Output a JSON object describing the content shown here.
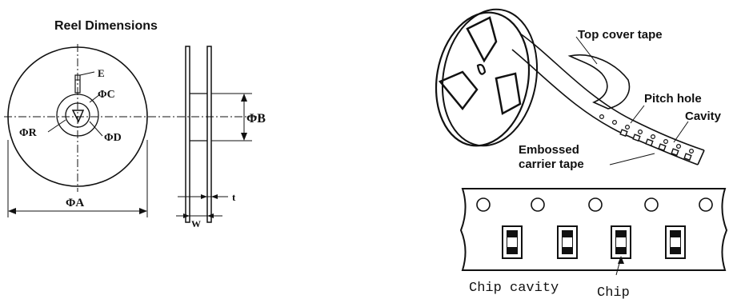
{
  "reel": {
    "title": "Reel Dimensions",
    "labels": {
      "e": "E",
      "phi_c": "ΦC",
      "phi_r": "ΦR",
      "phi_d": "ΦD",
      "phi_a": "ΦA",
      "phi_b": "ΦB",
      "t": "t",
      "w": "W"
    }
  },
  "tape": {
    "top_cover_tape": "Top cover tape",
    "pitch_hole": "Pitch hole",
    "cavity": "Cavity",
    "embossed_line1": "Embossed",
    "embossed_line2": "carrier tape",
    "chip_cavity": "Chip cavity",
    "chip": "Chip"
  }
}
